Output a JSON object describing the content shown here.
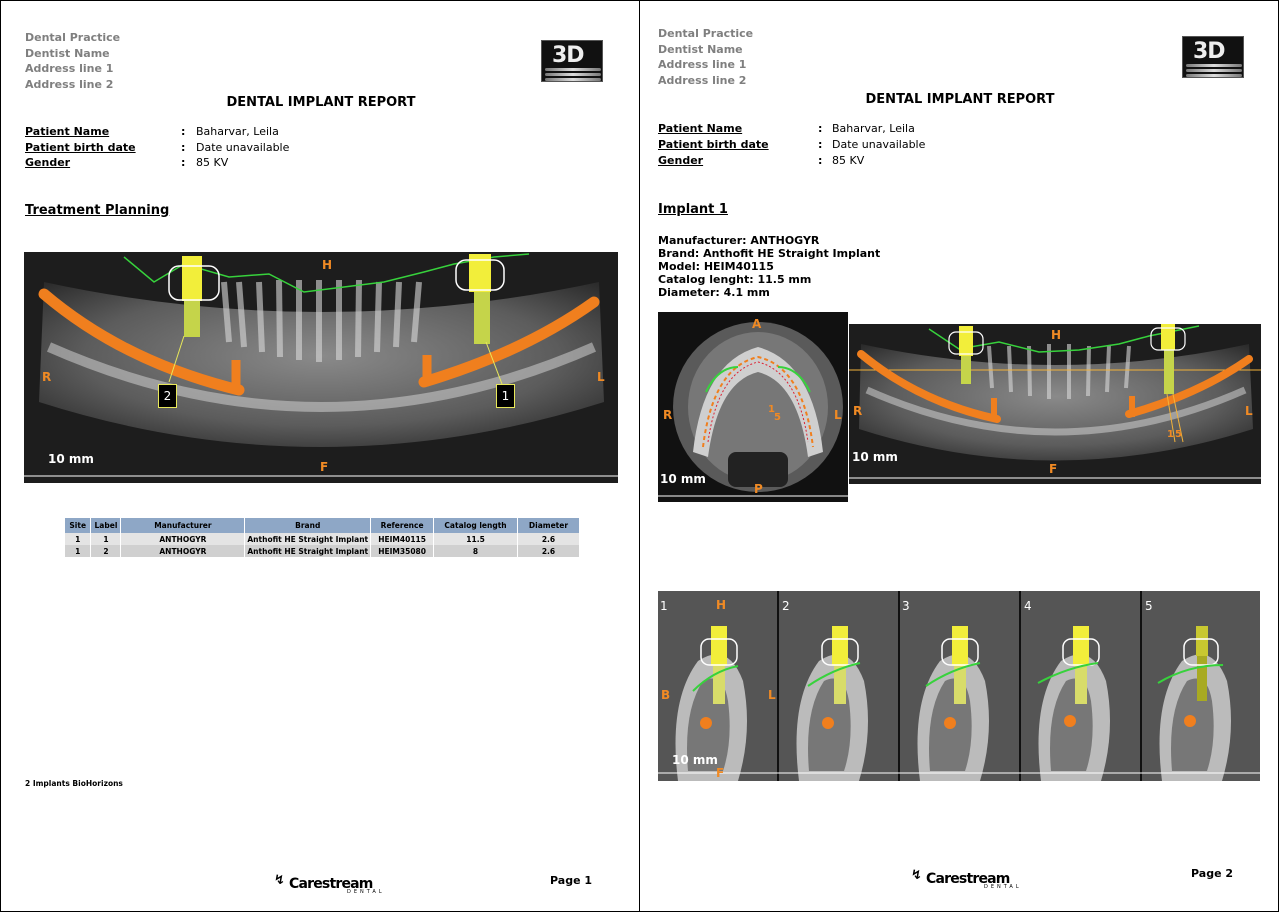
{
  "header": {
    "practice_lines": [
      "Dental Practice",
      "Dentist Name",
      "Address line 1",
      "Address line 2"
    ],
    "title": "DENTAL IMPLANT REPORT",
    "logo_text": "3D"
  },
  "patient": {
    "name_label": "Patient Name",
    "name_value": "Baharvar, Leila",
    "birth_label": "Patient birth date",
    "birth_value": "Date unavailable",
    "gender_label": "Gender",
    "gender_value": "85 KV",
    "colon": ":"
  },
  "page1": {
    "section_title": "Treatment Planning",
    "panoramic": {
      "dir_top": "H",
      "dir_bottom": "F",
      "dir_left": "R",
      "dir_right": "L",
      "scale": "10 mm",
      "implant_labels": [
        "2",
        "1"
      ]
    },
    "table": {
      "headers": [
        "Site",
        "Label",
        "Manufacturer",
        "Brand",
        "Reference",
        "Catalog length",
        "Diameter"
      ],
      "rows": [
        [
          "1",
          "1",
          "ANTHOGYR",
          "Anthofit HE Straight Implant",
          "HEIM40115",
          "11.5",
          "2.6"
        ],
        [
          "1",
          "2",
          "ANTHOGYR",
          "Anthofit HE Straight Implant",
          "HEIM35080",
          "8",
          "2.6"
        ]
      ]
    },
    "note": "2 Implants BioHorizons",
    "page_label": "Page 1"
  },
  "page2": {
    "section_title": "Implant 1",
    "details": [
      "Manufacturer: ANTHOGYR",
      "Brand: Anthofit HE Straight Implant",
      "Model: HEIM40115",
      "Catalog lenght: 11.5 mm",
      "Diameter: 4.1 mm"
    ],
    "axial": {
      "dir_top": "A",
      "dir_bottom": "P",
      "dir_left": "R",
      "dir_right": "L",
      "scale": "10 mm",
      "marker_1": "1",
      "marker_5": "5"
    },
    "panoramic": {
      "dir_top": "H",
      "dir_bottom": "F",
      "dir_left": "R",
      "dir_right": "L",
      "scale": "10 mm",
      "marker_1": "1",
      "marker_5": "5"
    },
    "slices": {
      "numbers": [
        "1",
        "2",
        "3",
        "4",
        "5"
      ],
      "dir_top": "H",
      "dir_bottom": "F",
      "dir_left": "B",
      "dir_right": "L",
      "scale": "10 mm"
    },
    "page_label": "Page 2"
  },
  "footer": {
    "brand": "Carestream",
    "brand_sub": "DENTAL"
  },
  "colors": {
    "nerve": "#f07f1e",
    "implant": "#f2ee3a",
    "implant_body": "#c5d44a",
    "contour": "#37d23c",
    "direction_label": "#f08a24",
    "table_header": "#8ea7c6"
  }
}
